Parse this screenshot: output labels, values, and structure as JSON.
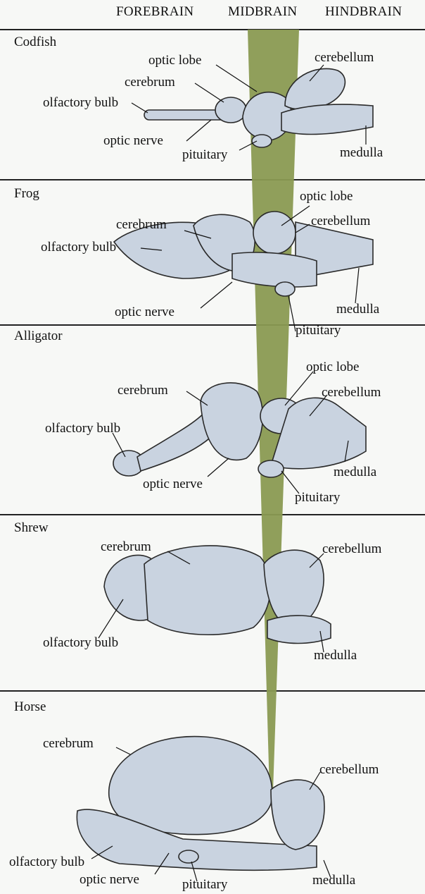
{
  "header": {
    "forebrain": "FOREBRAIN",
    "midbrain": "MIDBRAIN",
    "hindbrain": "HINDBRAIN"
  },
  "panels": [
    {
      "animal": "Codfish",
      "labels": {
        "optic_lobe": "optic lobe",
        "cerebellum": "cerebellum",
        "cerebrum": "cerebrum",
        "olfactory_bulb": "olfactory bulb",
        "optic_nerve": "optic nerve",
        "pituitary": "pituitary",
        "medulla": "medulla"
      }
    },
    {
      "animal": "Frog",
      "labels": {
        "optic_lobe": "optic lobe",
        "cerebrum": "cerebrum",
        "cerebellum": "cerebellum",
        "olfactory_bulb": "olfactory bulb",
        "medulla": "medulla",
        "optic_nerve": "optic nerve",
        "pituitary": "pituitary"
      }
    },
    {
      "animal": "Alligator",
      "labels": {
        "optic_lobe": "optic lobe",
        "cerebrum": "cerebrum",
        "cerebellum": "cerebellum",
        "olfactory_bulb": "olfactory bulb",
        "medulla": "medulla",
        "optic_nerve": "optic nerve",
        "pituitary": "pituitary"
      }
    },
    {
      "animal": "Shrew",
      "labels": {
        "cerebrum": "cerebrum",
        "cerebellum": "cerebellum",
        "olfactory_bulb": "olfactory bulb",
        "medulla": "medulla"
      }
    },
    {
      "animal": "Horse",
      "labels": {
        "cerebrum": "cerebrum",
        "cerebellum": "cerebellum",
        "olfactory_bulb": "olfactory bulb",
        "optic_nerve": "optic nerve",
        "pituitary": "pituitary",
        "medulla": "medulla"
      }
    }
  ],
  "colors": {
    "midbrain_band": "#8a9a52",
    "brain_fill": "#c9d3e0",
    "brain_stroke": "#2a2a2a",
    "rule": "#222222"
  }
}
